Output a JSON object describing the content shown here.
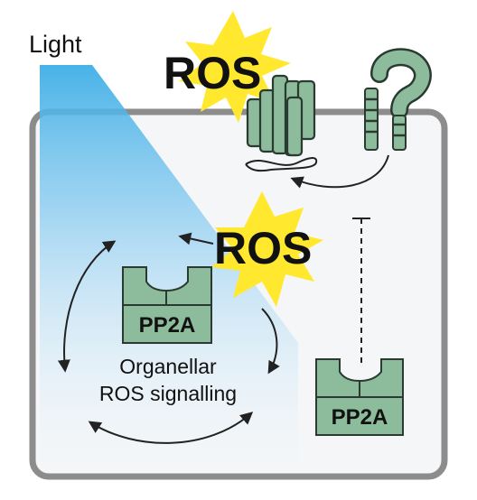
{
  "labels": {
    "light": "Light",
    "ros_top": "ROS",
    "ros_middle": "ROS",
    "pp2a_left": "PP2A",
    "pp2a_right": "PP2A",
    "organellar_line1": "Organellar",
    "organellar_line2": "ROS signalling"
  },
  "colors": {
    "cell_border": "#8c8c8c",
    "cell_fill": "#f4f6f8",
    "light_beam": "#4fb3e8",
    "star_fill": "#ffe82e",
    "protein_fill": "#8cbc9c",
    "protein_stroke": "#2a3a30",
    "text": "#111111"
  },
  "icons": {
    "light_beam": "light-beam",
    "ros_star": "starburst",
    "photosystem": "membrane-protein-complex",
    "unknown_factor": "question-mark-protein",
    "inhibition": "blunt-arrow"
  }
}
